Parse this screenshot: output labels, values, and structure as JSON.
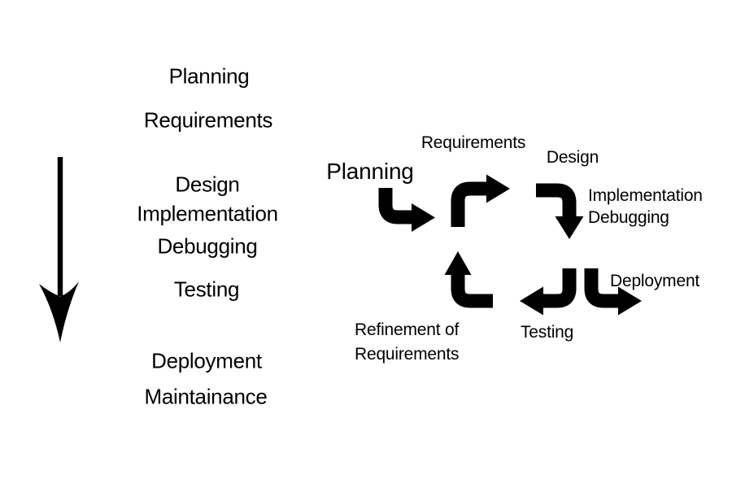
{
  "canvas": {
    "background_color": "#ffffff",
    "ink_color": "#000000"
  },
  "waterfall": {
    "items": [
      "Planning",
      "Requirements",
      "Design",
      "Implementation",
      "Debugging",
      "Testing",
      "Deployment",
      "Maintainance"
    ],
    "flow_icon": "long-down-arrow-icon"
  },
  "cycle": {
    "planning": "Planning",
    "requirements": "Requirements",
    "design": "Design",
    "implementation": "Implementation",
    "debugging": "Debugging",
    "deployment": "Deployment",
    "testing": "Testing",
    "refinement_line1": "Refinement of",
    "refinement_line2": "Requirements",
    "arrow_icons": [
      "bent-arrow-down-right-icon",
      "bent-arrow-up-right-icon",
      "bent-arrow-right-down-icon",
      "bent-arrow-down-left-icon",
      "bent-arrow-down-right-icon",
      "bent-arrow-left-up-icon"
    ]
  }
}
